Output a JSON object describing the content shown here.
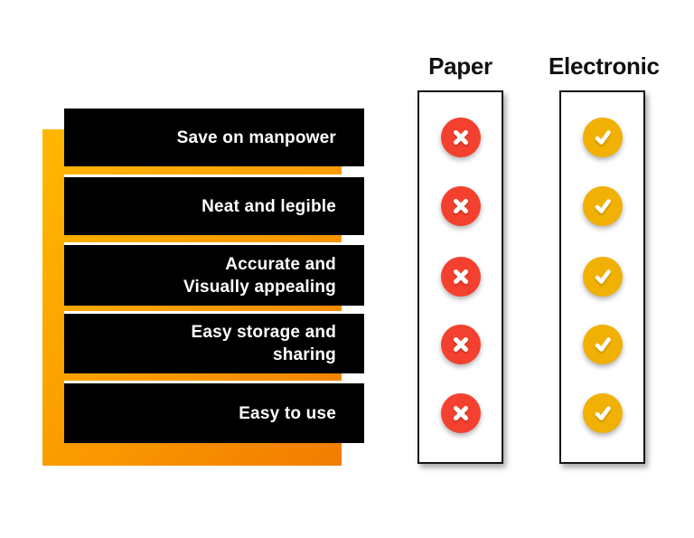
{
  "table": {
    "columns": [
      {
        "label": "Paper",
        "mark": "cross"
      },
      {
        "label": "Electronic",
        "mark": "check"
      }
    ],
    "rows": [
      {
        "label": "Save on manpower",
        "paper": false,
        "electronic": true
      },
      {
        "label": "Neat and legible",
        "paper": false,
        "electronic": true
      },
      {
        "label": "Accurate and\nVisually appealing",
        "paper": false,
        "electronic": true
      },
      {
        "label": "Easy storage and\nsharing",
        "paper": false,
        "electronic": true
      },
      {
        "label": "Easy to use",
        "paper": false,
        "electronic": true
      }
    ]
  },
  "colors": {
    "accent-start": "#FFB800",
    "accent-mid": "#FB9E00",
    "accent-end": "#F27C00",
    "bar-bg": "#000000",
    "bar-text": "#FFFFFF",
    "cross-red": "#F4402E",
    "check-gold": "#F0B104",
    "header-text": "#111111",
    "box-border": "#151515"
  }
}
